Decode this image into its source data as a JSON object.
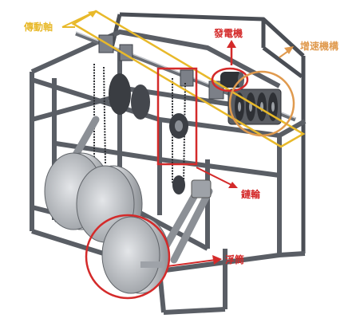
{
  "labels": {
    "drive_shaft": "傳動軸",
    "generator": "發電機",
    "speed_increaser": "增速機構",
    "sprocket": "鏈輪",
    "float": "浮筒"
  },
  "colors": {
    "drive_shaft": "#e8b92a",
    "generator": "#d42a2a",
    "speed_increaser": "#e09a4e",
    "sprocket": "#d42a2a",
    "float": "#d42a2a",
    "frame_fill": "#b8bcc2",
    "frame_stroke": "#4a4e55",
    "float_fill": "#c9cbcf"
  }
}
